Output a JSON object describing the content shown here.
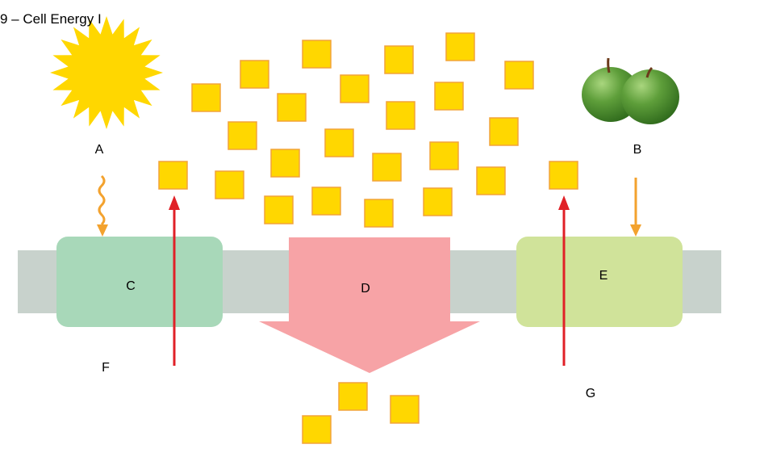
{
  "title": "9 – Cell Energy I",
  "labels": {
    "a": "A",
    "b": "B",
    "c": "C",
    "d": "D",
    "e": "E",
    "f": "F",
    "g": "G"
  },
  "colors": {
    "sun": "#FFD700",
    "sun_rays": "#FFD700",
    "apple": "#4E8F2E",
    "apple_highlight": "#8CC468",
    "stem": "#6B3A1A",
    "membrane": "#C8D2CC",
    "protein_c": "#A8D8B9",
    "protein_e": "#D0E39A",
    "channel_d": "#F7A3A6",
    "particle_fill": "#FFD700",
    "particle_stroke": "#F2A33A",
    "wavy_arrow": "#F3A22E",
    "arrow_b": "#F3A22E",
    "red_arrow": "#E02027"
  },
  "icons": [
    "sun-icon",
    "apple-icon"
  ]
}
